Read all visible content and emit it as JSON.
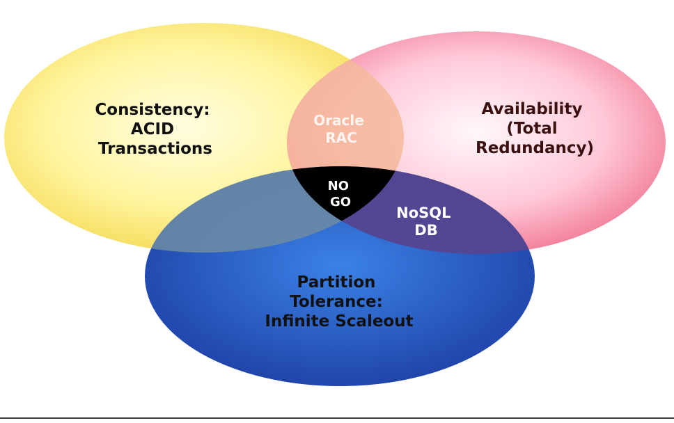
{
  "diagram": {
    "consistency": {
      "lines": [
        "Consistency:",
        "ACID",
        "Transactions"
      ]
    },
    "availability": {
      "lines": [
        "Availability",
        "(Total",
        "Redundancy)"
      ]
    },
    "partition": {
      "lines": [
        "Partition",
        "Tolerance:",
        "Infinite Scaleout"
      ]
    },
    "oracle_rac": {
      "lines": [
        "Oracle",
        "RAC"
      ]
    },
    "nosql_db": {
      "lines": [
        "NoSQL",
        "DB"
      ]
    },
    "no_go": {
      "lines": [
        "NO",
        "GO"
      ]
    }
  },
  "colors": {
    "consistency_core": "#fffde0",
    "consistency_mid": "#fff5a0",
    "consistency_edge": "#f2d64a",
    "availability_core": "#fff8fa",
    "availability_mid": "#ffc8d8",
    "availability_edge": "#ee6a88",
    "partition_core": "#3b82e6",
    "partition_edge": "#1b3aa0",
    "no_go": "#000000",
    "label_dark": "#111111",
    "label_availability": "#3a1010",
    "label_light": "#ffffff"
  }
}
